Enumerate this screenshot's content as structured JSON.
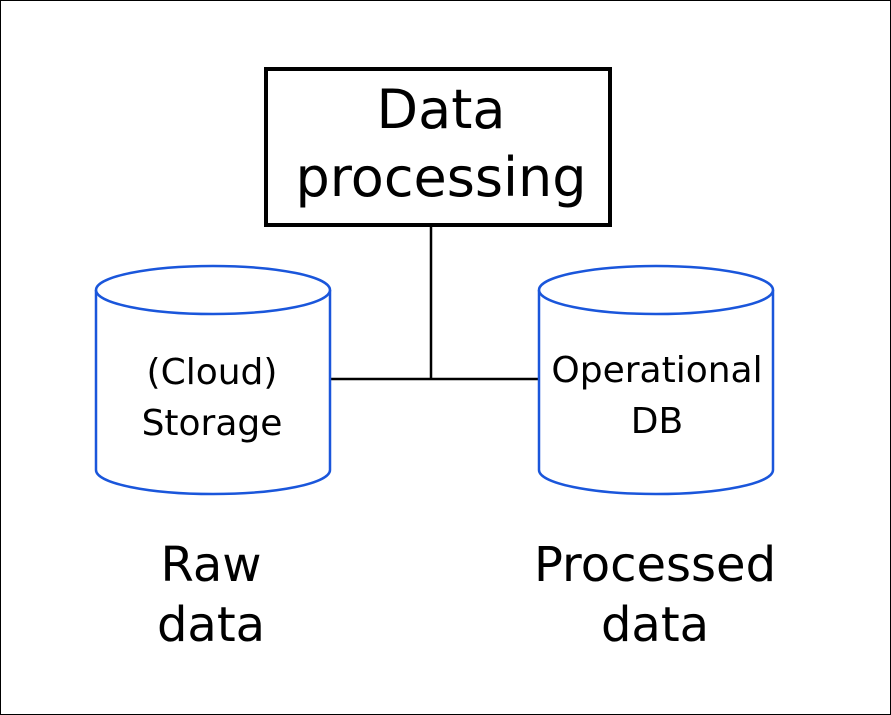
{
  "colors": {
    "cylinder_stroke": "#1a56db",
    "line": "#000000",
    "box_stroke": "#000000",
    "background": "#ffffff",
    "frame": "#000000"
  },
  "process_box": {
    "lines": [
      "Data",
      "processing"
    ]
  },
  "left_store": {
    "lines": [
      "(Cloud)",
      "Storage"
    ],
    "caption": [
      "Raw",
      "data"
    ]
  },
  "right_store": {
    "lines": [
      "Operational",
      "DB"
    ],
    "caption": [
      "Processed",
      "data"
    ]
  }
}
